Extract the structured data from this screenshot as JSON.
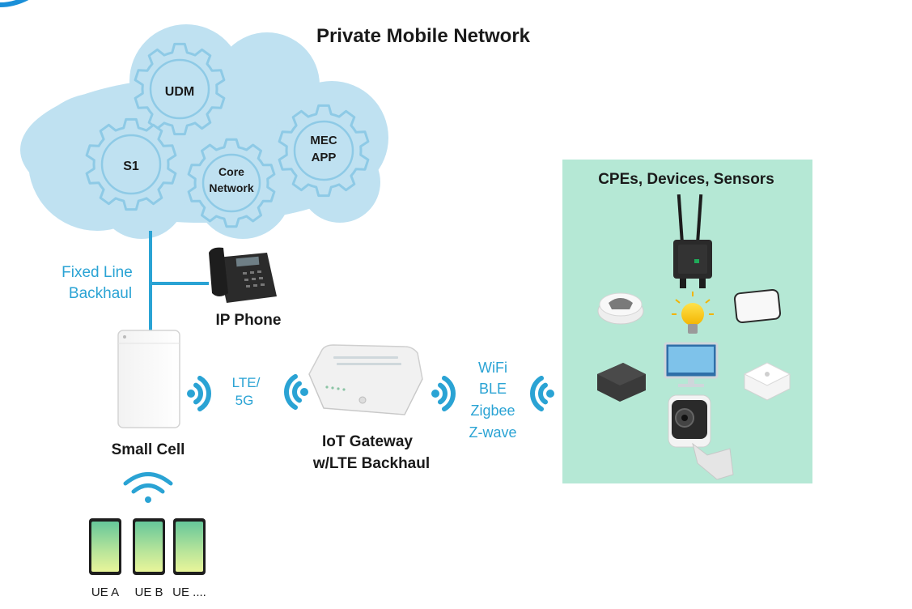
{
  "title": "Private Mobile Network",
  "cloud": {
    "gears": [
      "UDM",
      "S1",
      "Core",
      "Network",
      "MEC",
      "APP"
    ]
  },
  "backhaul": {
    "line1": "Fixed Line",
    "line2": "Backhaul"
  },
  "ip_phone": {
    "label": "IP Phone"
  },
  "small_cell": {
    "label": "Small Cell"
  },
  "lte_link": {
    "line1": "LTE/",
    "line2": "5G"
  },
  "gateway": {
    "line1": "IoT Gateway",
    "line2": "w/LTE Backhaul"
  },
  "local_links": [
    "WiFi",
    "BLE",
    "Zigbee",
    "Z-wave"
  ],
  "devices_panel": {
    "title": "CPEs, Devices, Sensors"
  },
  "ues": [
    "UE A",
    "UE B",
    "UE ...."
  ],
  "colors": {
    "cloud": "#bfe1f1",
    "gear_stroke": "#8ecae6",
    "link_blue": "#2aa3d4",
    "panel": "#b5e8d5"
  }
}
